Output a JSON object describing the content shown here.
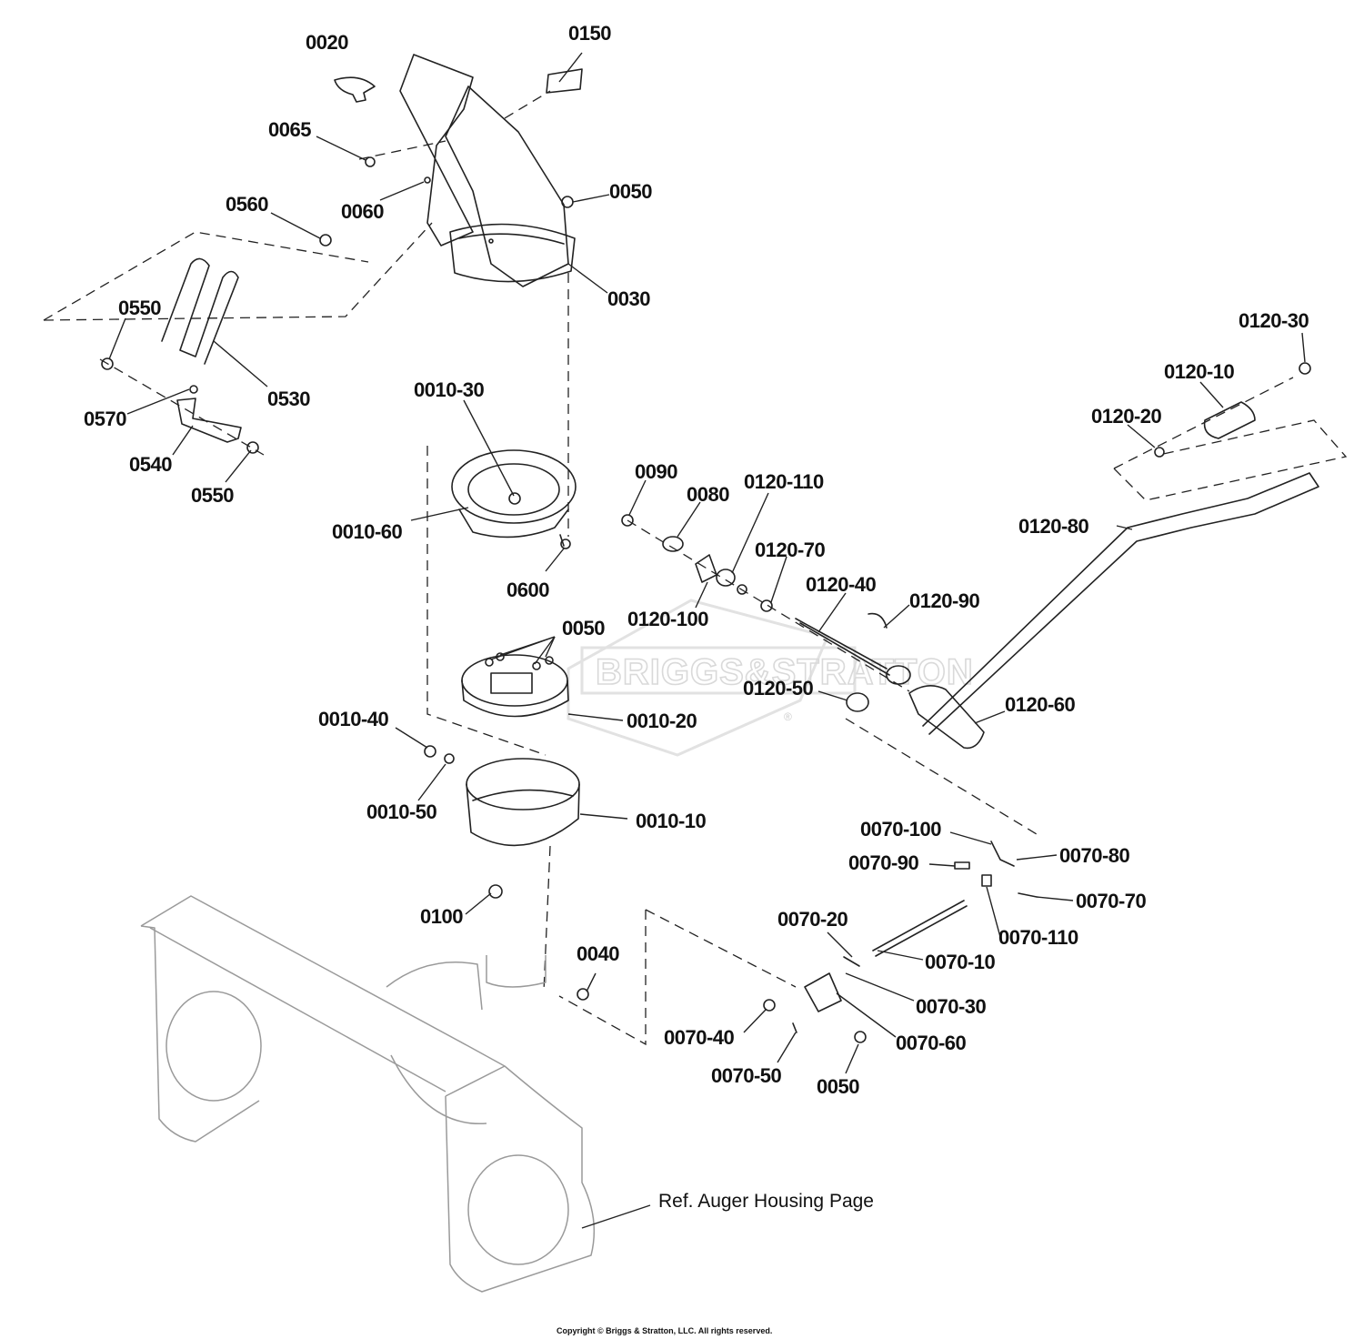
{
  "watermark": {
    "text": "BRIGGS&STRATTON",
    "mark": "®"
  },
  "callouts": [
    {
      "id": "c1",
      "text": "0020"
    },
    {
      "id": "c2",
      "text": "0150"
    },
    {
      "id": "c3",
      "text": "0065"
    },
    {
      "id": "c4",
      "text": "0060"
    },
    {
      "id": "c5",
      "text": "0050"
    },
    {
      "id": "c6",
      "text": "0560"
    },
    {
      "id": "c7",
      "text": "0030"
    },
    {
      "id": "c8",
      "text": "0550"
    },
    {
      "id": "c9",
      "text": "0530"
    },
    {
      "id": "c10",
      "text": "0570"
    },
    {
      "id": "c11",
      "text": "0540"
    },
    {
      "id": "c12",
      "text": "0550"
    },
    {
      "id": "c13",
      "text": "0010-30"
    },
    {
      "id": "c14",
      "text": "0010-60"
    },
    {
      "id": "c15",
      "text": "0600"
    },
    {
      "id": "c16",
      "text": "0090"
    },
    {
      "id": "c17",
      "text": "0080"
    },
    {
      "id": "c18",
      "text": "0120-110"
    },
    {
      "id": "c19",
      "text": "0120-70"
    },
    {
      "id": "c20",
      "text": "0120-100"
    },
    {
      "id": "c21",
      "text": "0120-40"
    },
    {
      "id": "c22",
      "text": "0120-90"
    },
    {
      "id": "c23",
      "text": "0120-30"
    },
    {
      "id": "c24",
      "text": "0120-10"
    },
    {
      "id": "c25",
      "text": "0120-20"
    },
    {
      "id": "c26",
      "text": "0120-80"
    },
    {
      "id": "c27",
      "text": "0050"
    },
    {
      "id": "c28",
      "text": "0010-20"
    },
    {
      "id": "c29",
      "text": "0120-50"
    },
    {
      "id": "c30",
      "text": "0120-60"
    },
    {
      "id": "c31",
      "text": "0010-40"
    },
    {
      "id": "c32",
      "text": "0010-50"
    },
    {
      "id": "c33",
      "text": "0010-10"
    },
    {
      "id": "c34",
      "text": "0070-100"
    },
    {
      "id": "c35",
      "text": "0070-80"
    },
    {
      "id": "c36",
      "text": "0070-90"
    },
    {
      "id": "c37",
      "text": "0070-70"
    },
    {
      "id": "c38",
      "text": "0100"
    },
    {
      "id": "c39",
      "text": "0040"
    },
    {
      "id": "c40",
      "text": "0070-20"
    },
    {
      "id": "c41",
      "text": "0070-110"
    },
    {
      "id": "c42",
      "text": "0070-10"
    },
    {
      "id": "c43",
      "text": "0070-30"
    },
    {
      "id": "c44",
      "text": "0070-40"
    },
    {
      "id": "c45",
      "text": "0070-60"
    },
    {
      "id": "c46",
      "text": "0070-50"
    },
    {
      "id": "c47",
      "text": "0050"
    }
  ],
  "reference_note": "Ref. Auger Housing Page",
  "copyright": "Copyright © Briggs & Stratton, LLC. All rights reserved."
}
